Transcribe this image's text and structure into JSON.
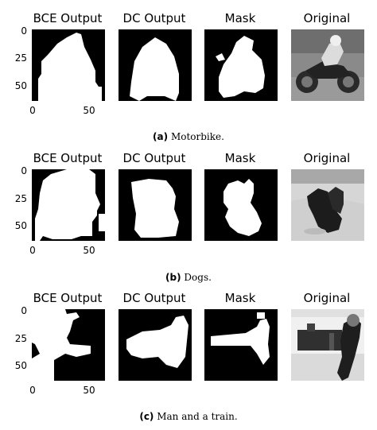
{
  "panel_titles": [
    "BCE Output",
    "DC Output",
    "Mask",
    "Original"
  ],
  "ticks": {
    "y": [
      "0",
      "25",
      "50"
    ],
    "x": [
      "0",
      "50"
    ]
  },
  "rows": [
    {
      "label": "(a)",
      "caption": " Motorbike."
    },
    {
      "label": "(b)",
      "caption": " Dogs."
    },
    {
      "label": "(c)",
      "caption": " Man and a train."
    }
  ],
  "colors": {
    "mask_bg": "#000000",
    "mask_fg": "#ffffff"
  }
}
